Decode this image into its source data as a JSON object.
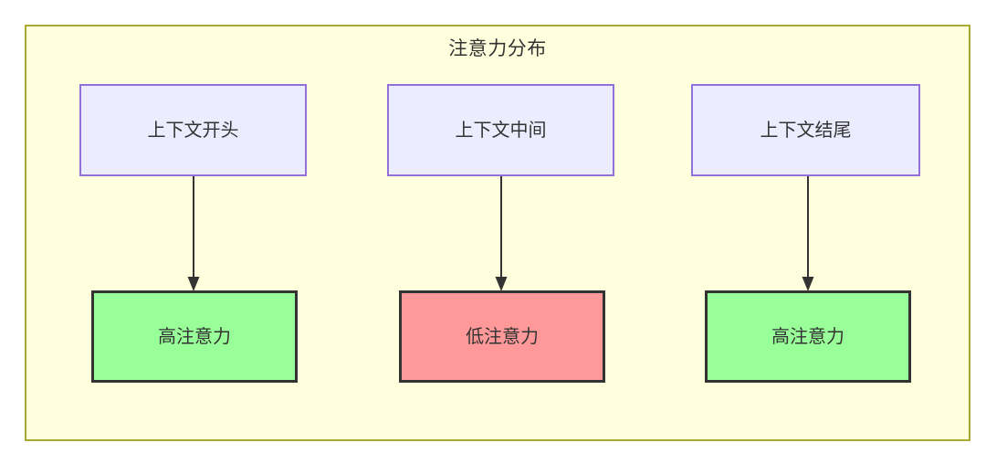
{
  "diagram": {
    "title": "注意力分布",
    "type": "flowchart",
    "colors": {
      "container_fill": "#ffffde",
      "container_border": "#aaaa33",
      "context_fill": "#ececff",
      "context_border": "#9370db",
      "high_attention_fill": "#99ff99",
      "low_attention_fill": "#ff9999",
      "node_border": "#333333",
      "edge": "#333333",
      "text": "#333333"
    },
    "context_nodes": [
      {
        "id": "ctx-start",
        "label": "上下文开头"
      },
      {
        "id": "ctx-mid",
        "label": "上下文中间"
      },
      {
        "id": "ctx-end",
        "label": "上下文结尾"
      }
    ],
    "attention_nodes": [
      {
        "id": "attn-1",
        "label": "高注意力",
        "level": "high"
      },
      {
        "id": "attn-2",
        "label": "低注意力",
        "level": "low"
      },
      {
        "id": "attn-3",
        "label": "高注意力",
        "level": "high"
      }
    ],
    "edges": [
      {
        "from": "上下文开头",
        "to": "高注意力",
        "arrow": "arrow-down-icon"
      },
      {
        "from": "上下文中间",
        "to": "低注意力",
        "arrow": "arrow-down-icon"
      },
      {
        "from": "上下文结尾",
        "to": "高注意力",
        "arrow": "arrow-down-icon"
      }
    ]
  }
}
